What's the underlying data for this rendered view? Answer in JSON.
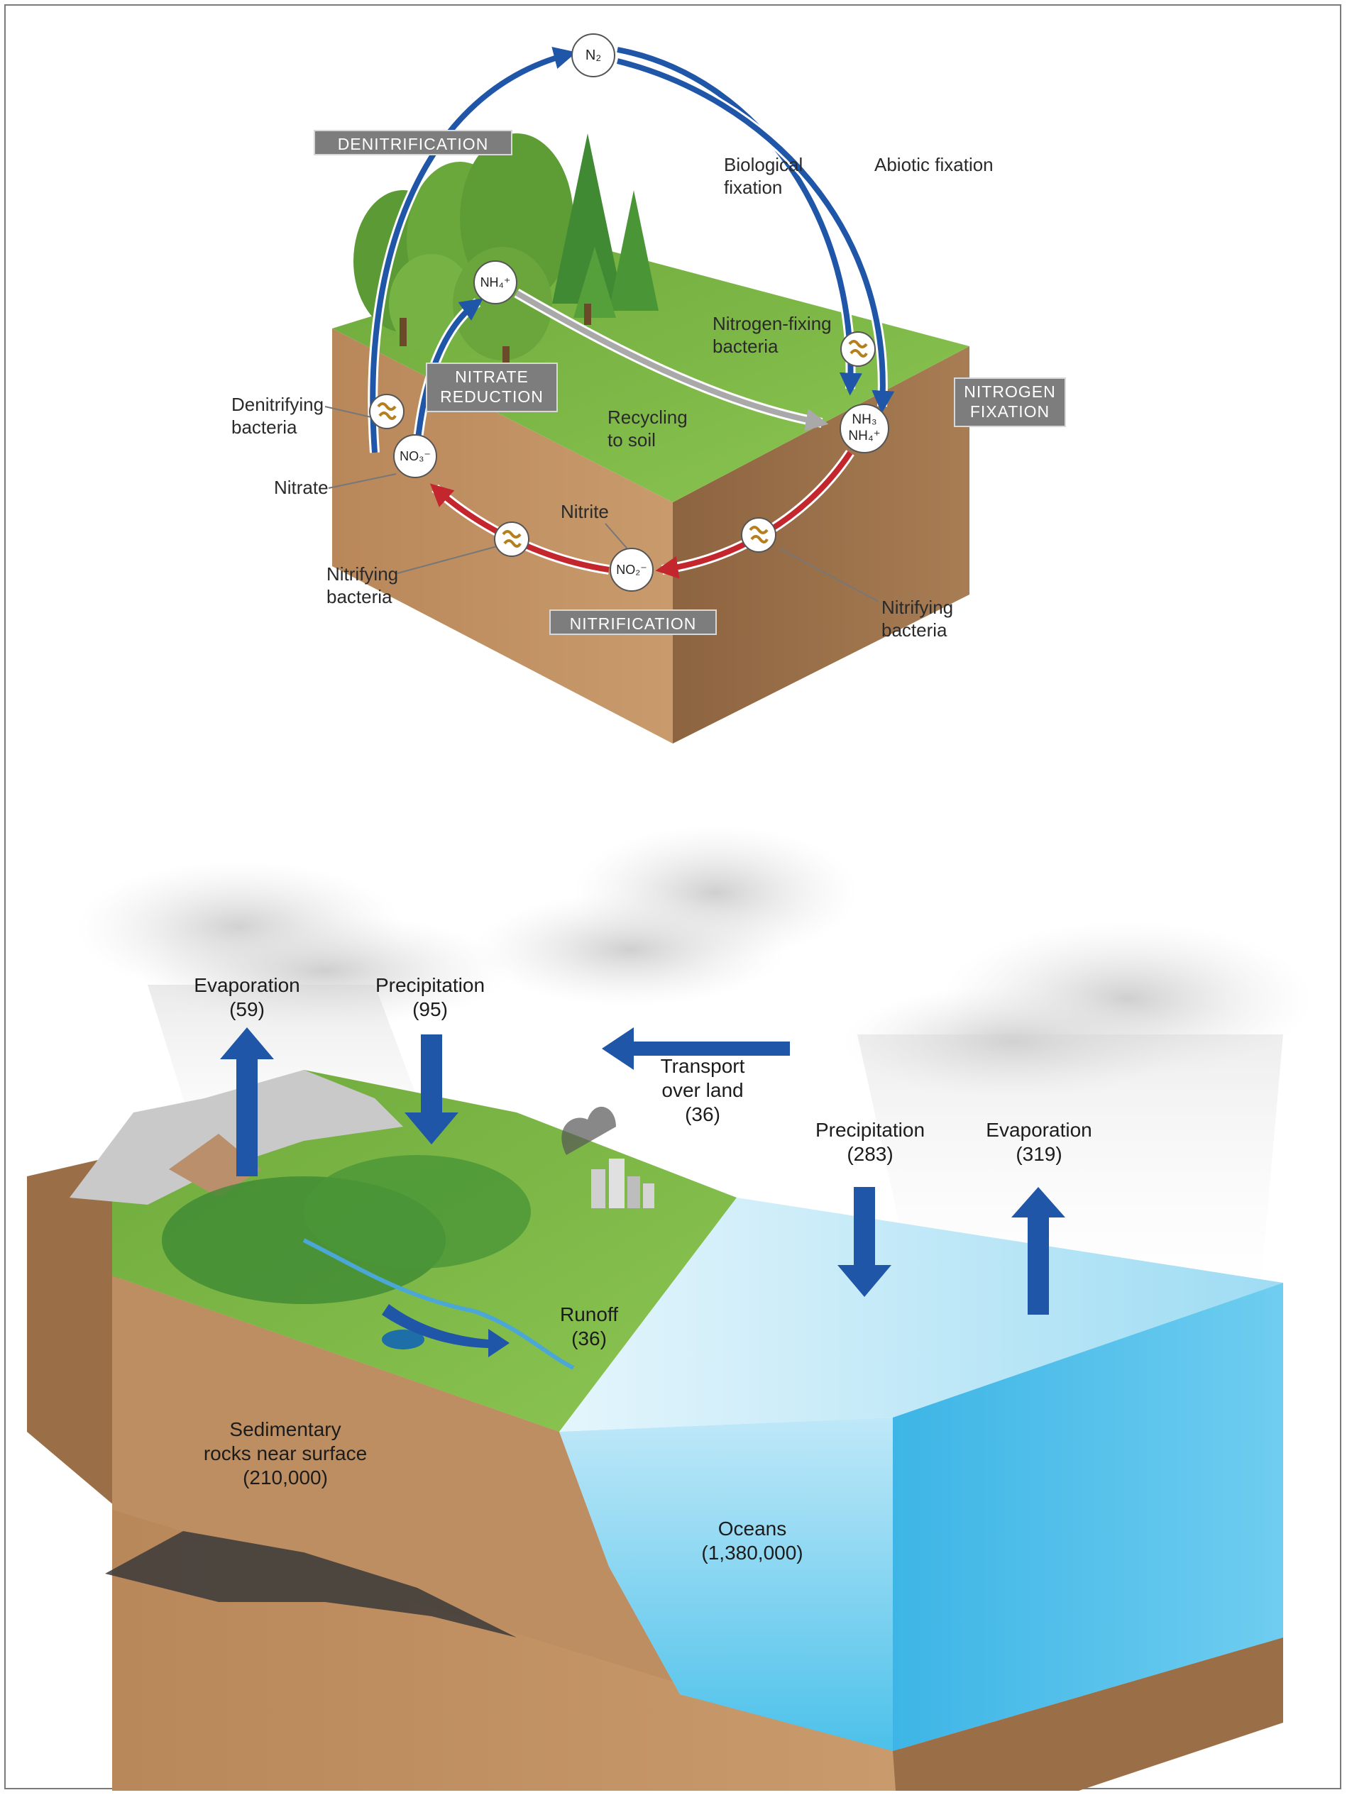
{
  "nitrogen_cycle": {
    "nodes": {
      "n2": "N₂",
      "nh4_top": "NH₄⁺",
      "no3": "NO₃⁻",
      "no2": "NO₂⁻",
      "nh3_line1": "NH₃",
      "nh3_line2": "NH₄⁺"
    },
    "process_labels": {
      "denitrification": "DENITRIFICATION",
      "nitrate_reduction": "NITRATE\nREDUCTION",
      "nitrogen_fixation": "NITROGEN\nFIXATION",
      "nitrification": "NITRIFICATION"
    },
    "text_labels": {
      "biological_fixation": "Biological\nfixation",
      "abiotic_fixation": "Abiotic fixation",
      "nitrogen_fixing_bacteria": "Nitrogen-fixing\nbacteria",
      "recycling_to_soil": "Recycling\nto soil",
      "denitrifying_bacteria": "Denitrifying\nbacteria",
      "nitrate": "Nitrate",
      "nitrite": "Nitrite",
      "nitrifying_bacteria_left": "Nitrifying\nbacteria",
      "nitrifying_bacteria_right": "Nitrifying\nbacteria"
    }
  },
  "water_cycle": {
    "labels": {
      "evaporation_land": "Evaporation\n(59)",
      "precipitation_land": "Precipitation\n(95)",
      "transport_over_land": "Transport\nover land\n(36)",
      "precipitation_ocean": "Precipitation\n(283)",
      "evaporation_ocean": "Evaporation\n(319)",
      "runoff": "Runoff\n(36)",
      "sedimentary_rocks": "Sedimentary\nrocks near surface\n(210,000)",
      "oceans": "Oceans\n(1,380,000)"
    }
  },
  "colors": {
    "blue_arrow": "#1f56a8",
    "red_arrow": "#c4262e",
    "gray_arrow": "#a9a9a9",
    "label_box": "#7d7d7d",
    "grass": "#79b63f",
    "soil": "#a57b52",
    "ocean": "#8fd4ef"
  }
}
